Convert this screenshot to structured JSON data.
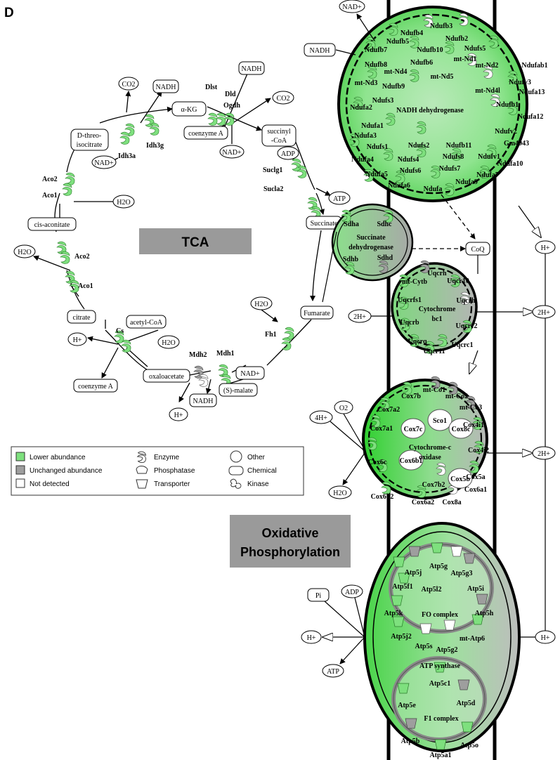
{
  "panel_letter": "D",
  "banners": {
    "tca": "TCA",
    "oxphos_line1": "Oxidative",
    "oxphos_line2": "Phosphorylation"
  },
  "colors": {
    "lower": "#7ee07e",
    "unchanged": "#9e9e9e",
    "not_detected": "#ffffff",
    "stroke": "#000000",
    "banner": "#9a9a9a"
  },
  "legend": {
    "lower": "Lower abundance",
    "unchanged": "Unchanged abundance",
    "not_detected": "Not detected",
    "enzyme": "Enzyme",
    "phosphatase": "Phosphatase",
    "transporter": "Transporter",
    "other": "Other",
    "chemical": "Chemical",
    "kinase": "Kinase"
  },
  "tca": {
    "chemicals": {
      "co2_a": "CO2",
      "nadh_a": "NADH",
      "nadh_b": "NADH",
      "co2_b": "CO2",
      "d_threo_1": "D-threo-",
      "d_threo_2": "isocitrate",
      "akg": "α-KG",
      "coenzyme_a_1": "coenzyme A",
      "succinyl_1": "succinyl",
      "succinyl_2": "-CoA",
      "nad_a": "NAD+",
      "nad_b": "NAD+",
      "adp": "ADP",
      "atp": "ATP",
      "h2o_a": "H2O",
      "cis_aconitate": "cis-aconitate",
      "h2o_b": "H2O",
      "succinate": "Succinate",
      "h2o_c": "H2O",
      "fumarate": "Fumarate",
      "citrate": "citrate",
      "acetyl_coa": "acetyl-CoA",
      "h2o_d": "H2O",
      "h_plus": "H+",
      "coenzyme_a_2": "coenzyme A",
      "oxaloacetate": "oxaloacetate",
      "nad_c": "NAD+",
      "s_malate": "(S)-malate",
      "nadh_c": "NADH",
      "h_plus_b": "H+"
    },
    "enzymes": {
      "idh3g": "Idh3g",
      "idh3a": "Idh3a",
      "dlst": "Dlst",
      "dld": "Dld",
      "ogdh": "Ogdh",
      "aco2_a": "Aco2",
      "aco1_a": "Aco1",
      "aco2_b": "Aco2",
      "aco1_b": "Aco1",
      "suclg1": "Suclg1",
      "sucla2": "Sucla2",
      "fh1": "Fh1",
      "cs": "Cs",
      "mdh2": "Mdh2",
      "mdh1": "Mdh1"
    }
  },
  "complex1": {
    "nadh_top": "NAD+",
    "nadh_in": "NADH",
    "title": "NADH dehydrogenase",
    "subunits": [
      "Ndufb4",
      "Ndufb3",
      "Ndufb2",
      "Ndufb5",
      "Ndufs5",
      "Ndufb7",
      "Ndufb10",
      "mt-Nd1",
      "Ndufb8",
      "Ndufb6",
      "mt-Nd2",
      "Ndufab1",
      "mt-Nd4",
      "mt-Nd5",
      "Ndufv3",
      "mt-Nd3",
      "Ndufb9",
      "mt-Nd4l",
      "Ndufa13",
      "Ndufs3",
      "Ndufb1",
      "Ndufa2",
      "Ndufa12",
      "Ndufa1",
      "Ndufv2",
      "Ndufa3",
      "Ndufs1",
      "Ndufs2",
      "Ndufb11",
      "Gm4943",
      "Ndufa4",
      "Ndufs4",
      "Ndufs8",
      "Ndufv1",
      "Ndufs6",
      "Ndufs7",
      "Ndufa10",
      "Ndufa5",
      "Ndufa6",
      "Ndufa",
      "Ndufa9",
      "Ndufa7"
    ]
  },
  "complex2": {
    "title_1": "Succinate",
    "title_2": "dehydrogenase",
    "subunits": [
      "Sdha",
      "Sdhc",
      "Sdhb",
      "Sdhd"
    ]
  },
  "complex3": {
    "title_1": "Cytochrome",
    "title_2": "bc1",
    "subunits": [
      "Uqcrh",
      "mt-Cytb",
      "Uqcr10",
      "Uqcrfs1",
      "Uqcrh",
      "Uqcrb",
      "Uqcrc2",
      "Uqcrq",
      "Uqcrc1",
      "Uqcr11"
    ]
  },
  "complex4": {
    "title_1": "Cytochrome-c",
    "title_2": "oxidase",
    "subunits": [
      "mt-Co1",
      "Cox7b",
      "mt-Co2",
      "Cox7a2",
      "mt-Co3",
      "Sco1",
      "Cox7c",
      "Cox8c",
      "Cox4i1",
      "Cox7a1",
      "Cox4i2",
      "Cox6c",
      "Cox6b1",
      "Cox5b",
      "Cox5a",
      "Cox7b2",
      "Cox6a1",
      "Cox6b2",
      "Cox6a2",
      "Cox8a"
    ]
  },
  "complex5": {
    "fo_title": "FO complex",
    "title": "ATP synthase",
    "f1_title": "F1 complex",
    "subunits": [
      "Atp5g",
      "Atp5j",
      "Atp5g3",
      "Atp5f1",
      "Atp5l2",
      "Atp5i",
      "Atp5k",
      "Atp5h",
      "Atp5j2",
      "mt-Atp6",
      "Atp5s",
      "Atp5g2",
      "Atp5c1",
      "Atp5e",
      "Atp5d",
      "Atp5b",
      "Atp5o",
      "Atp5a1"
    ]
  },
  "oxphos_chemicals": {
    "coq": "CoQ",
    "h_plus_1": "H+",
    "two_h_in": "2H+",
    "two_h_out": "2H+",
    "o2": "O2",
    "four_h": "4H+",
    "h2o": "H2O",
    "two_h_out2": "2H+",
    "pi": "Pi",
    "adp": "ADP",
    "h_plus_in": "H+",
    "atp": "ATP",
    "h_plus_out": "H+"
  }
}
